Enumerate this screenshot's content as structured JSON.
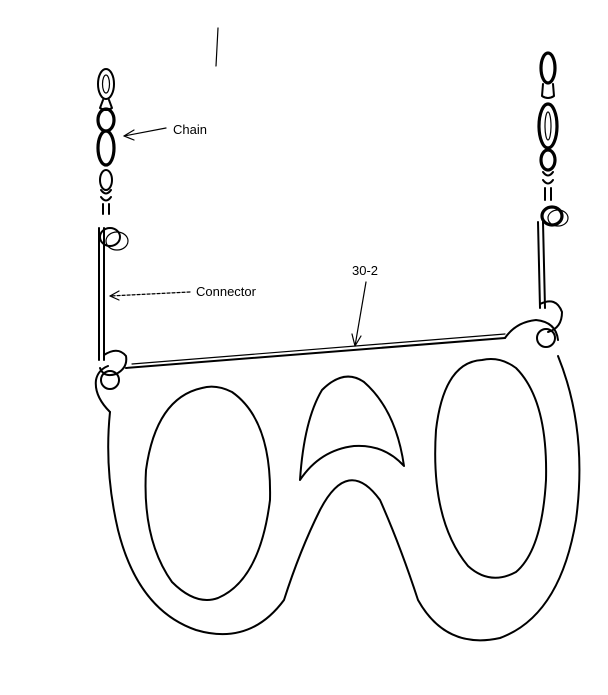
{
  "labels": {
    "chain": "Chain",
    "connector": "Connector",
    "part_number": "30-2"
  }
}
